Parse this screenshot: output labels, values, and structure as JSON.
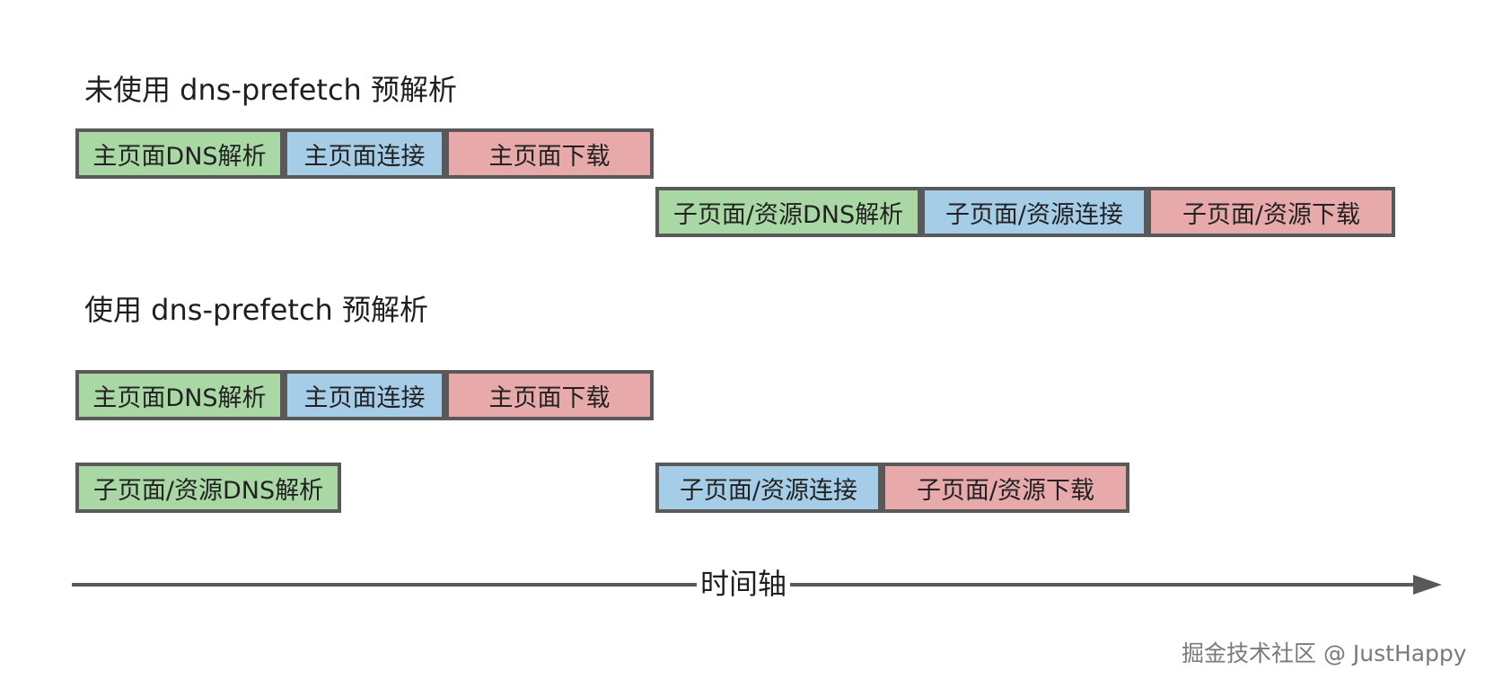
{
  "sections": [
    {
      "title": "未使用 dns-prefetch 预解析",
      "rows": [
        [
          "主页面DNS解析",
          "主页面连接",
          "主页面下载"
        ],
        [
          "子页面/资源DNS解析",
          "子页面/资源连接",
          "子页面/资源下载"
        ]
      ]
    },
    {
      "title": "使用 dns-prefetch 预解析",
      "rows": [
        [
          "主页面DNS解析",
          "主页面连接",
          "主页面下载"
        ],
        [
          "子页面/资源DNS解析",
          "子页面/资源连接",
          "子页面/资源下载"
        ]
      ]
    }
  ],
  "timeline": {
    "label": "时间轴"
  },
  "watermark": "掘金技术社区 @ JustHappy",
  "colors": {
    "dns": "#a9d8a5",
    "connect": "#a6cde8",
    "download": "#e8a9aa",
    "border": "#595959",
    "axis": "#595959"
  }
}
